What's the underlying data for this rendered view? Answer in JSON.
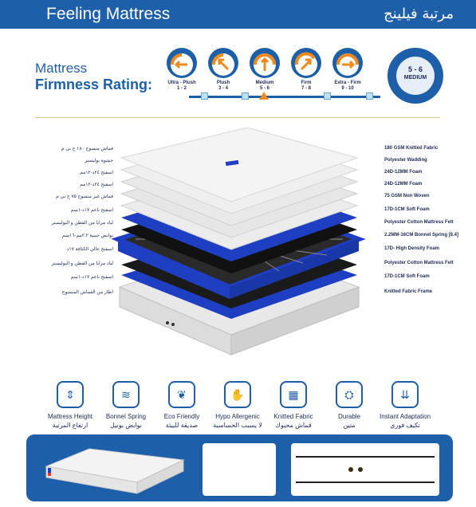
{
  "header": {
    "title_en": "Feeling Mattress",
    "title_ar": "مرتبة فيلينج"
  },
  "firmness": {
    "title_line1": "Mattress",
    "title_line2": "Firmness Rating:",
    "levels": [
      {
        "label": "Ultra - Plush",
        "range": "1 - 2",
        "icon": "gauge-left-icon"
      },
      {
        "label": "Plush",
        "range": "3 - 4",
        "icon": "gauge-upper-left-icon"
      },
      {
        "label": "Medium",
        "range": "5 - 6",
        "icon": "gauge-up-icon"
      },
      {
        "label": "Firm",
        "range": "7 - 8",
        "icon": "gauge-upper-right-icon"
      },
      {
        "label": "Extra - Firm",
        "range": "9 - 10",
        "icon": "gauge-right-icon"
      }
    ],
    "selected": "Medium",
    "badge": {
      "range": "5 - 6",
      "label": "MEDIUM"
    }
  },
  "layers": [
    {
      "ar": "قماش منسوج ١٨٠ ج بي م",
      "en": "180 GSM Knitted Fabric"
    },
    {
      "ar": "حشوة بوليستر",
      "en": "Polyester Wadding"
    },
    {
      "ar": "اسفنج ٢٤د-١٢مم",
      "en": "24D-12MM Foam"
    },
    {
      "ar": "اسفنج ٢٤د-١٢مم",
      "en": "24D-12MM Foam"
    },
    {
      "ar": "قماش غير منسوج ٧٥ ج بي م",
      "en": "75 GSM Non Woven"
    },
    {
      "ar": "اسفنج ناعم ١٧د-١سم",
      "en": "17D-1CM Soft Foam"
    },
    {
      "ar": "لباد مزايا من القطن و البوليستر",
      "en": "Polyester Cotton Mattress Felt"
    },
    {
      "ar": "نوابض جيبية ٢.٢مم-١٦سم",
      "en": "2.2MM-16CM Bonnel Spring [8.4]"
    },
    {
      "ar": "اسفنج عالي الكثافة ١٧د",
      "en": "17D- High Density Foam"
    },
    {
      "ar": "لباد مزايا من القطن و البوليستر",
      "en": "Polyester Cotton Mattress Felt"
    },
    {
      "ar": "اسفنج ناعم ١٧د-١سم",
      "en": "17D-1CM Soft Foam"
    },
    {
      "ar": "اطار من القماش المنسوج",
      "en": "Knitted Fabric Frame"
    }
  ],
  "features": [
    {
      "en": "Mattress Height",
      "ar": "ارتفاع المرتبة",
      "icon": "mattress-height-icon",
      "glyph": "⇕"
    },
    {
      "en": "Bonnel Spring",
      "ar": "نوابض بونيل",
      "icon": "spring-icon",
      "glyph": "≋"
    },
    {
      "en": "Eco Friendly",
      "ar": "صديقة للبيئة",
      "icon": "eco-leaf-icon",
      "glyph": "❦"
    },
    {
      "en": "Hypo Allergenic",
      "ar": "لا يسبب الحساسية",
      "icon": "hypoallergenic-icon",
      "glyph": "✋"
    },
    {
      "en": "Knitted Fabric",
      "ar": "قماش محبوك",
      "icon": "knitted-fabric-icon",
      "glyph": "▦"
    },
    {
      "en": "Durable",
      "ar": "متين",
      "icon": "durable-weight-icon",
      "glyph": "⛭"
    },
    {
      "en": "Instant Adaptation",
      "ar": "تكيف فوري",
      "icon": "instant-adaptation-icon",
      "glyph": "⇊"
    }
  ],
  "colors": {
    "brand_blue": "#1d5fa9",
    "accent_orange": "#f08a1c",
    "spring_blue": "#1f3fc2",
    "text_dark": "#1d2b55"
  }
}
